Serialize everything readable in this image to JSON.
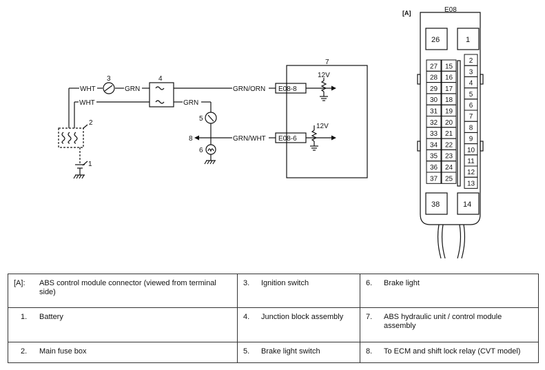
{
  "connector": {
    "view_label": "[A]",
    "name": "E08",
    "big_pins": [
      "26",
      "1",
      "38",
      "14"
    ],
    "left_col_a": [
      "27",
      "28",
      "29",
      "30",
      "31",
      "32",
      "33",
      "34",
      "35",
      "36",
      "37"
    ],
    "left_col_b": [
      "15",
      "16",
      "17",
      "18",
      "19",
      "20",
      "21",
      "22",
      "23",
      "24",
      "25"
    ],
    "right_col": [
      "2",
      "3",
      "4",
      "5",
      "6",
      "7",
      "8",
      "9",
      "10",
      "11",
      "12",
      "13"
    ]
  },
  "circuit": {
    "callouts": [
      "1",
      "2",
      "3",
      "4",
      "5",
      "6",
      "7",
      "8"
    ],
    "wires": {
      "wht_top": "WHT",
      "grn_left": "GRN",
      "wht_mid": "WHT",
      "grn_right": "GRN",
      "grn_orn": "GRN/ORN",
      "grn_wht": "GRN/WHT"
    },
    "terminals": {
      "t1": "E08-8",
      "t2": "E08-6"
    },
    "voltage": {
      "v1": "12V",
      "v2": "12V"
    }
  },
  "legend": {
    "rows": [
      [
        {
          "num": "[A]:",
          "text": "ABS control module connector (viewed from terminal side)"
        },
        {
          "num": "3.",
          "text": "Ignition switch"
        },
        {
          "num": "6.",
          "text": "Brake light"
        }
      ],
      [
        {
          "num": "1.",
          "text": "Battery"
        },
        {
          "num": "4.",
          "text": "Junction block assembly"
        },
        {
          "num": "7.",
          "text": "ABS hydraulic unit / control module assembly"
        }
      ],
      [
        {
          "num": "2.",
          "text": "Main fuse box"
        },
        {
          "num": "5.",
          "text": "Brake light switch"
        },
        {
          "num": "8.",
          "text": "To ECM and shift lock relay (CVT model)"
        }
      ]
    ]
  }
}
